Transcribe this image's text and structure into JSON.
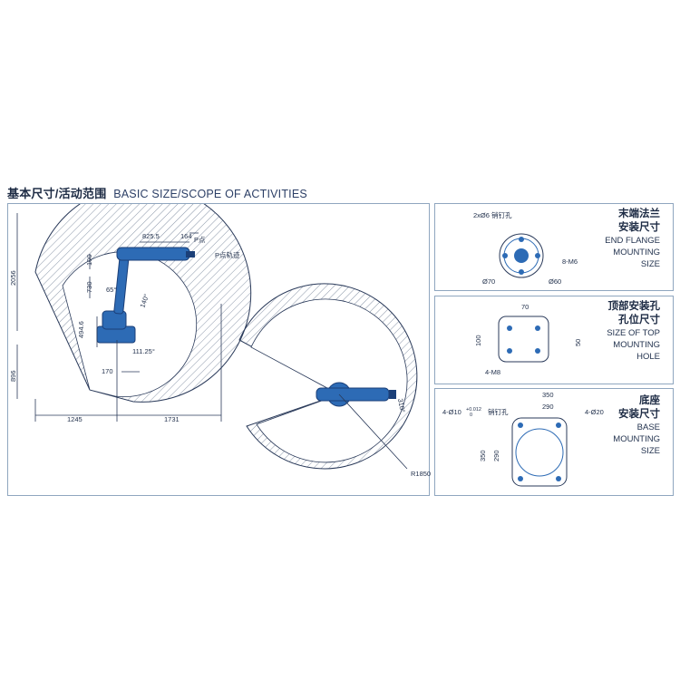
{
  "title": {
    "cn": "基本尺寸/活动范围",
    "en": "BASIC SIZE/SCOPE OF ACTIVITIES"
  },
  "main": {
    "labels": {
      "p_point": "P点",
      "p_trajectory": "P点轨迹",
      "dim_825": "825.5",
      "dim_164": "164",
      "dim_100": "100",
      "dim_730": "730",
      "angle_65": "65°",
      "angle_140": "140°",
      "dim_494": "494.6",
      "angle_111": "111.25°",
      "dim_170": "170",
      "dim_2056": "2056",
      "dim_896": "896",
      "dim_1245": "1245",
      "dim_1731": "1731",
      "angle_310": "310°",
      "radius_r1850": "R1850"
    }
  },
  "end_flange": {
    "title_cn_1": "末端法兰",
    "title_cn_2": "安装尺寸",
    "title_en": [
      "END FLANGE",
      "MOUNTING",
      "SIZE"
    ],
    "labels": {
      "pin_hole": "2xØ6 销钉孔",
      "m6": "8-M6",
      "d70": "Ø70",
      "d60": "Ø60"
    }
  },
  "top_mount": {
    "title_cn_1": "顶部安装孔",
    "title_cn_2": "孔位尺寸",
    "title_en": [
      "SIZE OF TOP",
      "MOUNTING",
      "HOLE"
    ],
    "labels": {
      "dim_70": "70",
      "dim_100": "100",
      "dim_50": "50",
      "m8": "4-M8"
    }
  },
  "base": {
    "title_cn_1": "底座",
    "title_cn_2": "安装尺寸",
    "title_en": [
      "BASE",
      "MOUNTING",
      "SIZE"
    ],
    "labels": {
      "dim_350_h": "350",
      "dim_290_h": "290",
      "pin_hole": "4-Ø10",
      "pin_tol": "+0.012",
      "pin_tol_low": "0",
      "pin_hole_cn": "销钉孔",
      "d20": "4-Ø20",
      "dim_350_v": "350",
      "dim_290_v": "290"
    }
  },
  "colors": {
    "line": "#2a3a5a",
    "robot": "#2d6bb5",
    "robot_dark": "#1b3f78",
    "hatch": "#8a96a8",
    "panel_border": "#8fa6bf"
  }
}
